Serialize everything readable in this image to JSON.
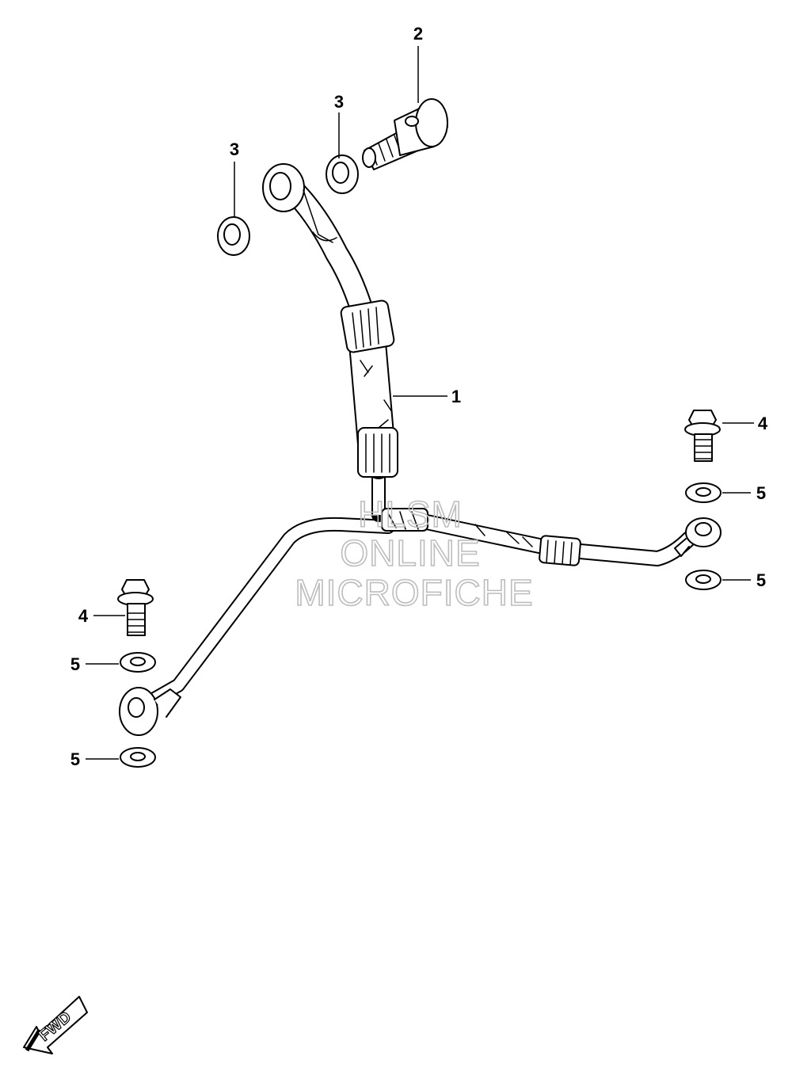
{
  "callouts": {
    "c1": "1",
    "c2": "2",
    "c3a": "3",
    "c3b": "3",
    "c4a": "4",
    "c4b": "4",
    "c5a": "5",
    "c5b": "5",
    "c5c": "5",
    "c5d": "5"
  },
  "watermark": {
    "line1": "HLSM",
    "line2": "ONLINE",
    "line3": "MICROFICHE"
  },
  "fwd_label": "FWD"
}
